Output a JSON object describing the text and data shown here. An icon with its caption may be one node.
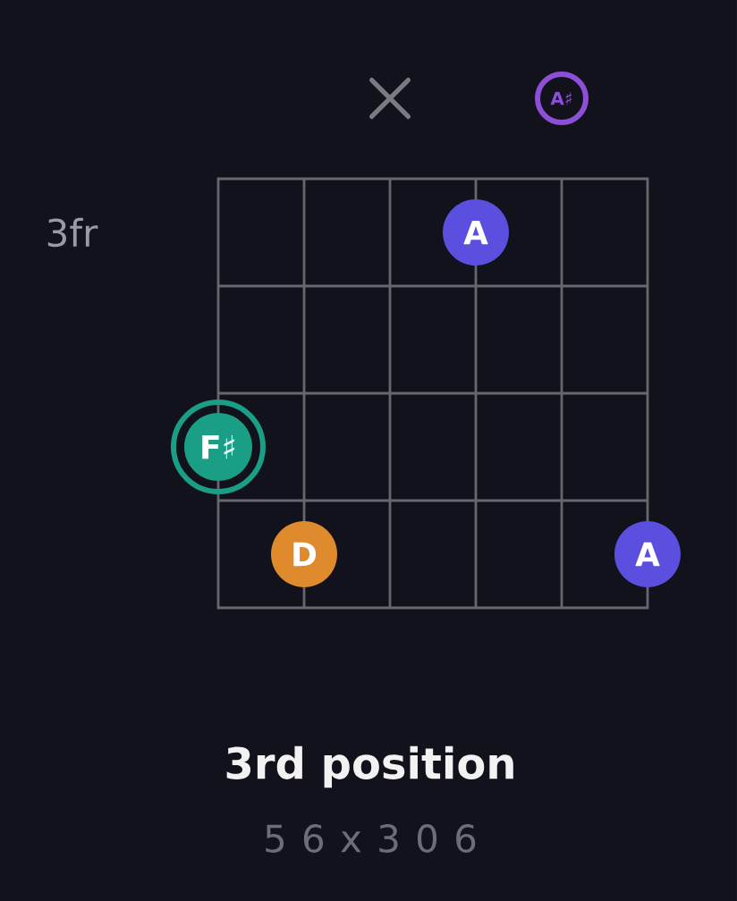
{
  "diagram": {
    "title": "3rd position",
    "nodes": [
      {
        "text": [],
        "shape": "cross"
      },
      {
        "text": [
          "A♯"
        ]
      },
      {
        "text": [
          "A"
        ]
      },
      {
        "text": [
          "F♯"
        ]
      },
      {
        "text": [
          "D"
        ]
      },
      {
        "text": [
          "A"
        ]
      }
    ],
    "labels": [
      "3fr",
      "5 6 x 3 0 6"
    ]
  }
}
